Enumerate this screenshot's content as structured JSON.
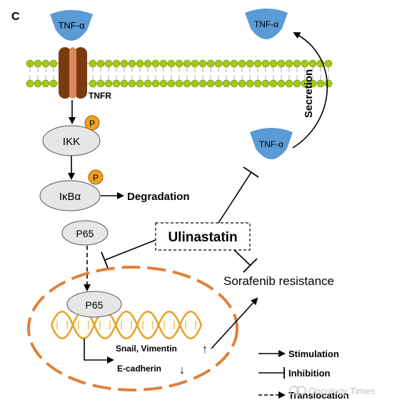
{
  "panel_label": "C",
  "tnf_ligand_top": "TNF-α",
  "tnf_secreted_top": "TNF-α",
  "tnf_secreted_bottom": "TNF-α",
  "receptor_label": "TNFR",
  "ikk_label": "IKK",
  "ikba_label": "IκBα",
  "phospho_label": "P",
  "degradation_label": "Degradation",
  "p65_cytoplasm": "P65",
  "p65_nucleus": "P65",
  "drug_label": "Ulinastatin",
  "secretion_label": "Secretion",
  "resistance_label": "Sorafenib resistance",
  "gene_up_label": "Snail, Vimentin",
  "gene_up_arrow": "↑",
  "gene_down_label": "E-cadherin",
  "gene_down_arrow": "↓",
  "legend": {
    "stimulation": "Stimulation",
    "inhibition": "Inhibition",
    "translocation": "Translocation"
  },
  "watermark": "Oncology Times",
  "colors": {
    "tnf_fill": "#5b9bd5",
    "receptor_fill": "#7a3b10",
    "membrane_head": "#a6c81a",
    "phospho_fill": "#f0a020",
    "nucleus_outline": "#e0803a",
    "dna_strand": "#e8a020",
    "node_fill": "#e6e6e6"
  }
}
